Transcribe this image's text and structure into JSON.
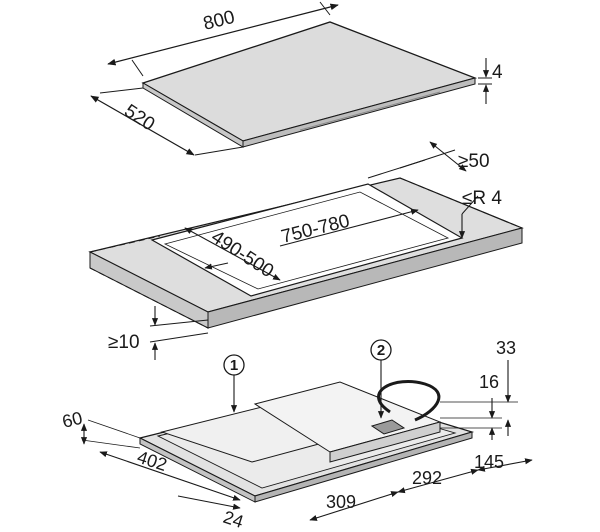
{
  "diagram": {
    "cooktop_dims": {
      "width": "800",
      "depth": "520",
      "thickness": "4"
    },
    "cutout_dims": {
      "back_clearance": "≥50",
      "corner_radius": "≤R 4",
      "cutout_width": "750-780",
      "cutout_depth": "490-500",
      "front_clearance": "≥10"
    },
    "underside_dims": {
      "callout_1": "1",
      "callout_2": "2",
      "height_total": "33",
      "height_body": "16",
      "left_offset": "60",
      "left_span": "402",
      "front_offset": "24",
      "middle_span": "309",
      "right_span": "292",
      "right_offset": "145"
    }
  }
}
